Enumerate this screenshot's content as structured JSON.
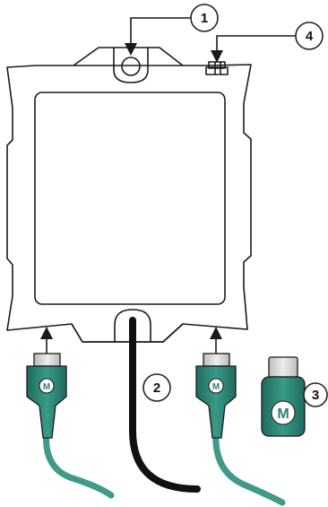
{
  "callouts": {
    "c1": "1",
    "c2": "2",
    "c3": "3",
    "c4": "4"
  },
  "connector_logo": "M",
  "colors": {
    "outline": "#1a1a1a",
    "connector_teal": "#2f8a7a",
    "connector_dark": "#1f5e53",
    "cable_teal": "#3f9a88",
    "cable_black": "#111111",
    "plug_gray": "#d7d7d7"
  }
}
